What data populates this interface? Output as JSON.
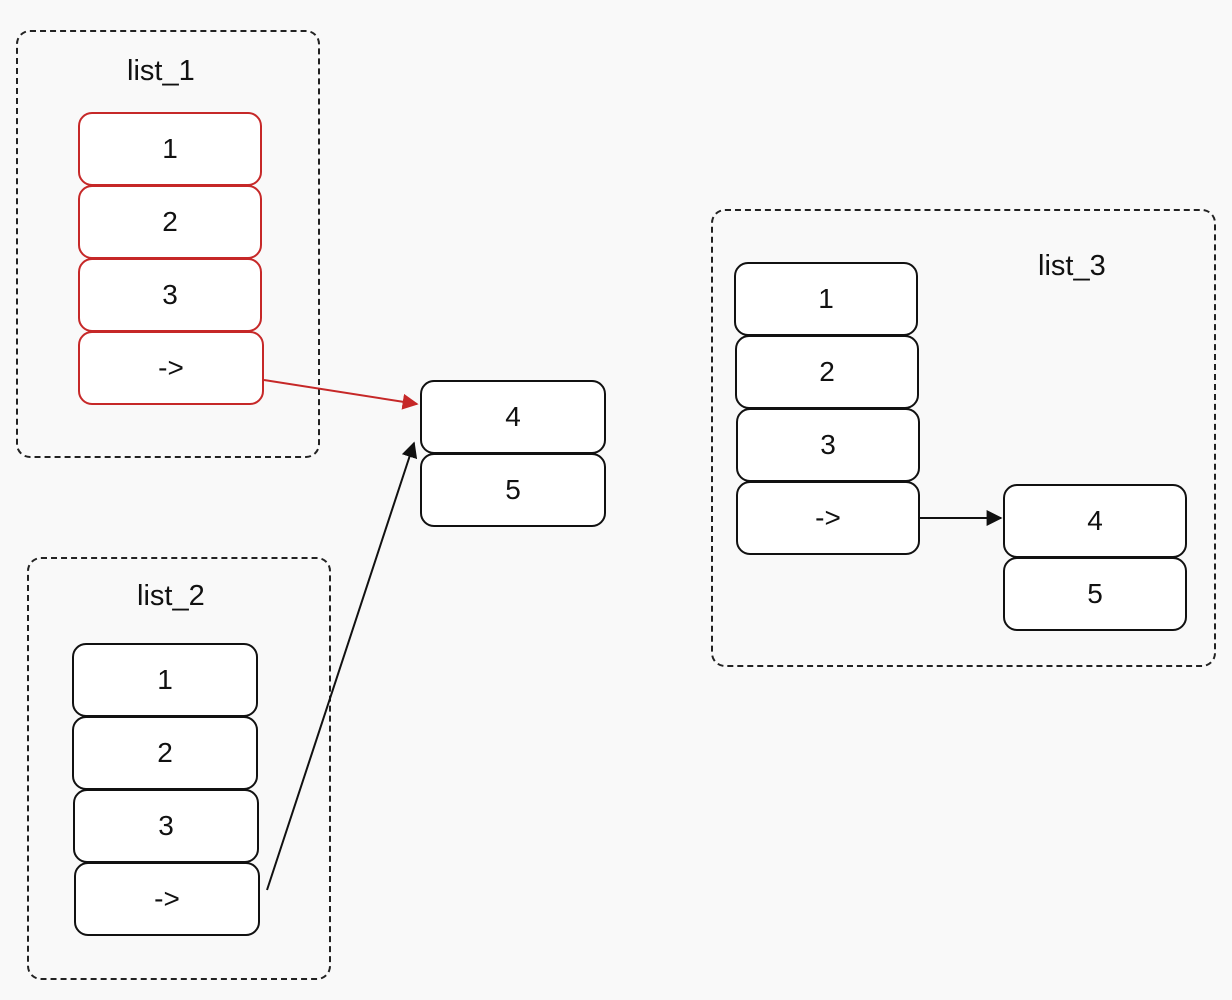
{
  "colors": {
    "background": "#f9f9f9",
    "highlight": "#c62828",
    "stroke": "#111111"
  },
  "list_1": {
    "label": "list_1",
    "cells": [
      "1",
      "2",
      "3",
      "->"
    ]
  },
  "list_2": {
    "label": "list_2",
    "cells": [
      "1",
      "2",
      "3",
      "->"
    ]
  },
  "list_3": {
    "label": "list_3",
    "cells": [
      "1",
      "2",
      "3",
      "->"
    ],
    "tail_cells": [
      "4",
      "5"
    ]
  },
  "shared_tail": {
    "cells": [
      "4",
      "5"
    ]
  }
}
